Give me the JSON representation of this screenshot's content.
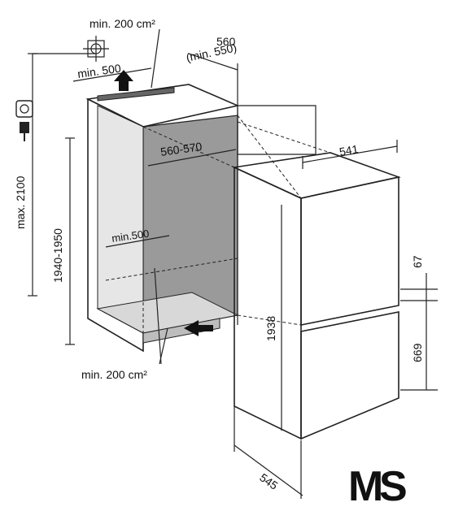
{
  "dimensions": {
    "vent_top_area": "min. 200 cm²",
    "vent_bottom_area": "min. 200 cm²",
    "niche_depth": "560",
    "niche_depth_min": "(min. 550)",
    "top_opening_depth": "min. 500",
    "niche_width": "560-570",
    "inner_depth_min": "min.500",
    "max_height": "max. 2100",
    "niche_height": "1940-1950",
    "appliance_width": "541",
    "appliance_height": "1938",
    "appliance_depth": "545",
    "upper_gap": "67",
    "lower_section": "669"
  },
  "logo": {
    "text_m": "M",
    "text_s": "S",
    "color_m": "#35c23d",
    "color_s": "#1b3f8f"
  },
  "colors": {
    "niche_interior": "#9a9a9a",
    "panel_light": "#e8e8e8",
    "line": "#222222"
  },
  "icons": [
    "ventilation-icon",
    "power-socket-icon",
    "power-plug-icon",
    "airflow-arrow-icon"
  ]
}
